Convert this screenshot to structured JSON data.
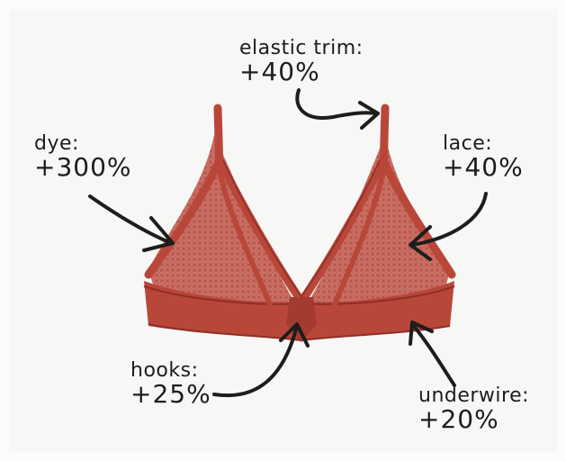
{
  "colors": {
    "fabric": "#b8473a",
    "fabric_dark": "#8f2f26",
    "lace_light": "#d98b7e",
    "ink": "#1d1d1d",
    "background": "#f7f7f5"
  },
  "labels": {
    "elastic_trim": {
      "name": "elastic trim:",
      "value": "+40%"
    },
    "dye": {
      "name": "dye:",
      "value": "+300%"
    },
    "lace": {
      "name": "lace:",
      "value": "+40%"
    },
    "hooks": {
      "name": "hooks:",
      "value": "+25%"
    },
    "underwire": {
      "name": "underwire:",
      "value": "+20%"
    }
  }
}
